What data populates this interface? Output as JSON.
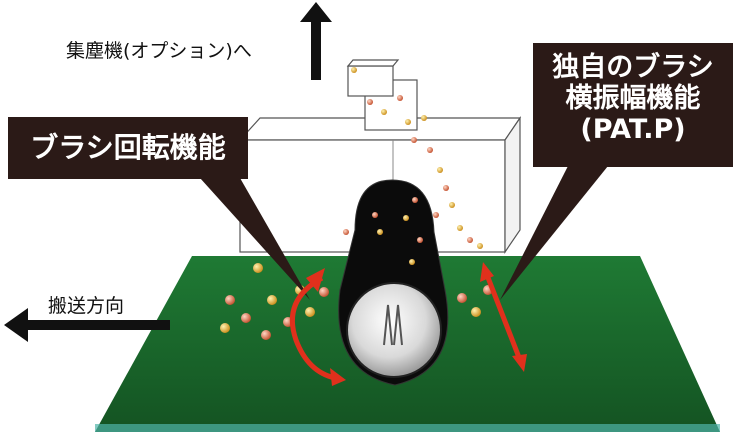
{
  "labels": {
    "dust_collector": "集塵機(オプション)へ",
    "transport_direction": "搬送方向",
    "brush_rotation": "ブラシ回転機能",
    "brush_swing_line1": "独自のブラシ",
    "brush_swing_line2": "横振幅機能",
    "brush_swing_line3": "(PAT.P)"
  },
  "colors": {
    "table_green": "#1e6b2c",
    "callout_bg": "#2b1a17",
    "arrow_red": "#e0301c",
    "arrow_black": "#111111"
  },
  "icons": {
    "up": "arrow-up-icon",
    "left": "arrow-left-icon",
    "rotation": "curved-arrow-icon",
    "swing": "double-arrow-icon"
  }
}
